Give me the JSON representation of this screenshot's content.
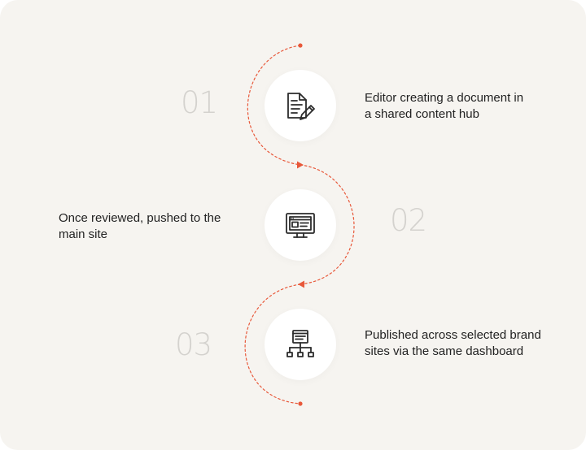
{
  "steps": [
    {
      "number": "01",
      "text": "Editor creating a document in a shared content hub",
      "icon": "document-edit-icon"
    },
    {
      "number": "02",
      "text": "Once reviewed, pushed to the main site",
      "icon": "monitor-webpage-icon"
    },
    {
      "number": "03",
      "text": "Published across selected brand sites via the same dashboard",
      "icon": "site-network-icon"
    }
  ],
  "colors": {
    "background": "#f6f4f0",
    "accent": "#e8583a",
    "number": "#d4d2ce",
    "text": "#222222",
    "icon": "#2b2b2b"
  }
}
